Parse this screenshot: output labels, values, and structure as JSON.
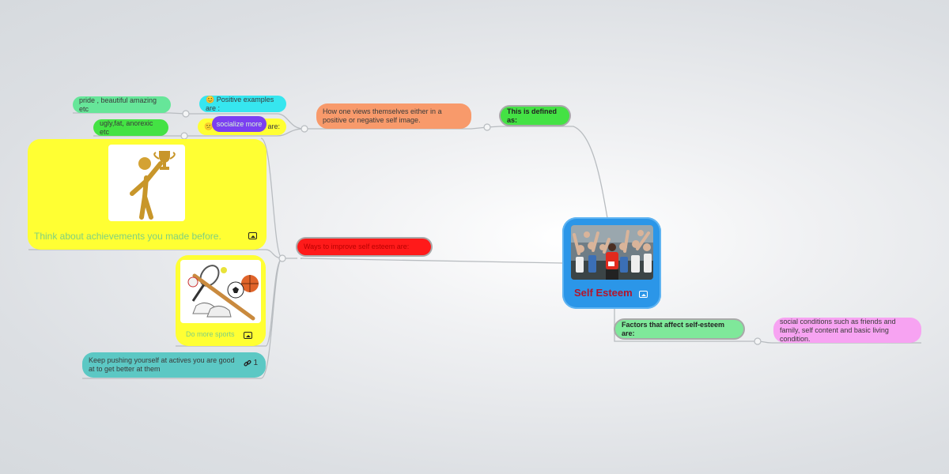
{
  "root": {
    "label": "Self Esteem",
    "image_icon": "image-icon"
  },
  "nodes": {
    "defined_as": "This is defined as:",
    "definition": "How one views themselves either in a positive or negative self image.",
    "positive_examples": "😊 Positive examples are :",
    "negative_examples_visible": "😕 N",
    "negative_examples_tail": "s are:",
    "positive_values": "pride , beautiful amazing etc",
    "negative_values": "ugly,fat, anorexic etc",
    "ways_to_improve": "Ways to improve self esteem are:",
    "achievements": "Think about achievements you made before.",
    "sports": "Do more sports",
    "pushing": "Keep pushing yourself at actives you are good at to get better at them",
    "pushing_link_count": "1",
    "socialize": "socialize more",
    "factors": "Factors that affect self-esteem are:",
    "factors_detail": "social conditions such as friends and family, self content and basic living condition."
  },
  "colors": {
    "root": "#2b96e8",
    "root_label": "#b2152c",
    "defined_as": "#44e244",
    "definition": "#f89a6b",
    "positive_examples": "#36e6ef",
    "negative_examples": "#ffff33",
    "positive_values": "#66e699",
    "negative_values": "#44e244",
    "ways_to_improve": "#ff1a1a",
    "image_cards": "#ffff33",
    "pushing": "#5cc8c4",
    "socialize": "#7b3ff2",
    "factors": "#7fe89a",
    "factors_detail": "#f7a3f2",
    "connector": "#b8bcc0"
  },
  "icons": [
    "image-icon",
    "link-icon",
    "trophy-figure-illustration",
    "sports-equipment-illustration",
    "crowd-high-five-photo"
  ]
}
